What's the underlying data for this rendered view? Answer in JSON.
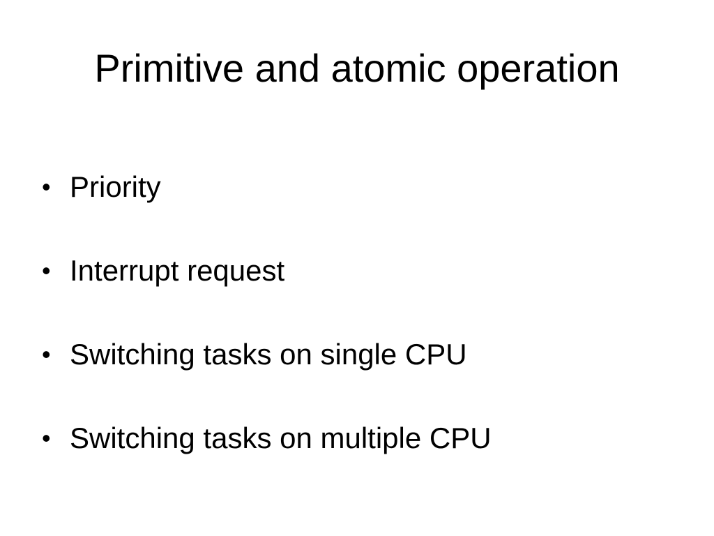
{
  "slide": {
    "title": "Primitive and atomic operation",
    "bullet_glyph": "•",
    "bullets": [
      {
        "text": "Priority"
      },
      {
        "text": "Interrupt request"
      },
      {
        "text": "Switching tasks on single CPU"
      },
      {
        "text": "Switching tasks on multiple CPU"
      }
    ]
  }
}
